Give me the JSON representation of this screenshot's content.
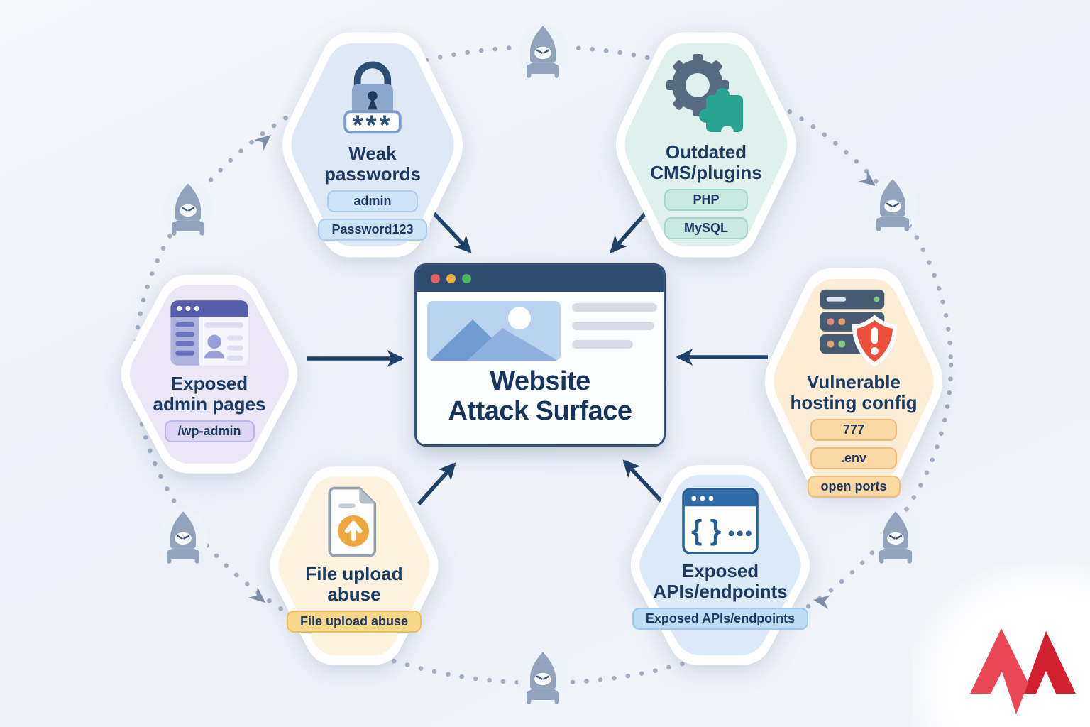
{
  "diagram": {
    "center": {
      "title_lines": [
        "Website",
        "Attack Surface"
      ],
      "icon": "browser-window-icon",
      "traffic_lights": [
        "red",
        "yellow",
        "green"
      ]
    },
    "nodes": [
      {
        "id": "weak-passwords",
        "title_lines": [
          "Weak",
          "passwords"
        ],
        "tags": [
          "admin",
          "Password123"
        ],
        "icon": "lock-icon",
        "fill": "#dfe9f6",
        "pill_fill": "#cfe3f7"
      },
      {
        "id": "outdated-cms-plugins",
        "title_lines": [
          "Outdated",
          "CMS/plugins"
        ],
        "tags": [
          "PHP",
          "MySQL"
        ],
        "icon": "gear-puzzle-icon",
        "fill": "#e0f0ec",
        "pill_fill": "#c8e8e0"
      },
      {
        "id": "exposed-admin-pages",
        "title_lines": [
          "Exposed",
          "admin pages"
        ],
        "tags": [
          "/wp-admin"
        ],
        "icon": "admin-panel-icon",
        "fill": "#ebe7f7",
        "pill_fill": "#dcd6f4"
      },
      {
        "id": "vulnerable-hosting-config",
        "title_lines": [
          "Vulnerable",
          "hosting config"
        ],
        "tags": [
          "777",
          ".env",
          "open ports"
        ],
        "icon": "server-shield-icon",
        "fill": "#fcedd6",
        "pill_fill": "#fbd9a4"
      },
      {
        "id": "file-upload-abuse",
        "title_lines": [
          "File upload",
          "abuse"
        ],
        "tags": [
          "File upload abuse"
        ],
        "icon": "file-upload-icon",
        "fill": "#fdf3de",
        "pill_fill": "#f8d88c"
      },
      {
        "id": "exposed-apis-endpoints",
        "title_lines": [
          "Exposed",
          "APIs/endpoints"
        ],
        "tags": [
          "Exposed APIs/endpoints"
        ],
        "icon": "code-window-icon",
        "fill": "#dceaf8",
        "pill_fill": "#bfdcf5"
      }
    ],
    "attackers": {
      "icon": "hacker-icon",
      "count": 6
    },
    "colors": {
      "arrow": "#1d4066",
      "dotted_ring": "#a0adc2",
      "title_text": "#1c3a63",
      "center_bar": "#2e4c70"
    },
    "logo": {
      "name": "m-logo",
      "color_left": "#e94955",
      "color_right": "#d2202f"
    }
  }
}
